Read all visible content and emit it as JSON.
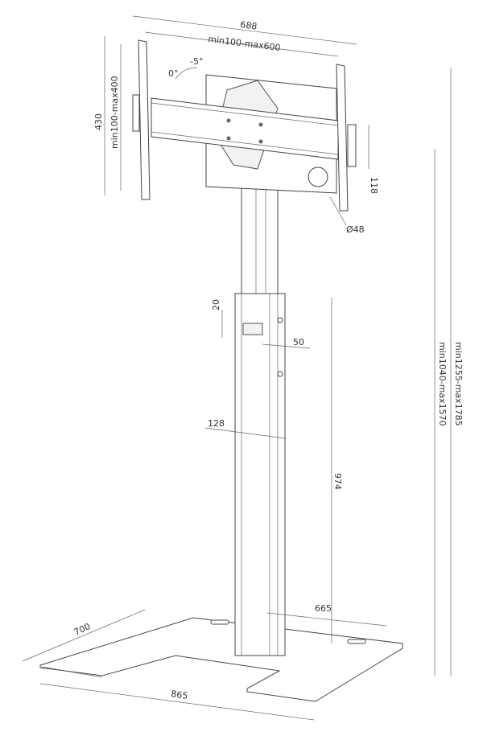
{
  "drawing": {
    "dimensions": {
      "overall_width": "688",
      "vesa_horizontal": "min100-max600",
      "overall_height_bracket": "430",
      "vesa_vertical": "min100-max400",
      "tilt_zero": "0°",
      "tilt_minus": "-5°",
      "bracket_offset": "118",
      "pole_diameter": "Ø48",
      "sleeve_gap": "20",
      "sleeve_depth": "50",
      "column_width": "128",
      "column_height": "974",
      "total_height": "min1255-max1785",
      "mount_height": "min1040-max1570",
      "base_depth_inner": "665",
      "base_depth": "700",
      "base_width": "865"
    },
    "colors": {
      "line": "#444444",
      "dimension": "#666666"
    }
  }
}
